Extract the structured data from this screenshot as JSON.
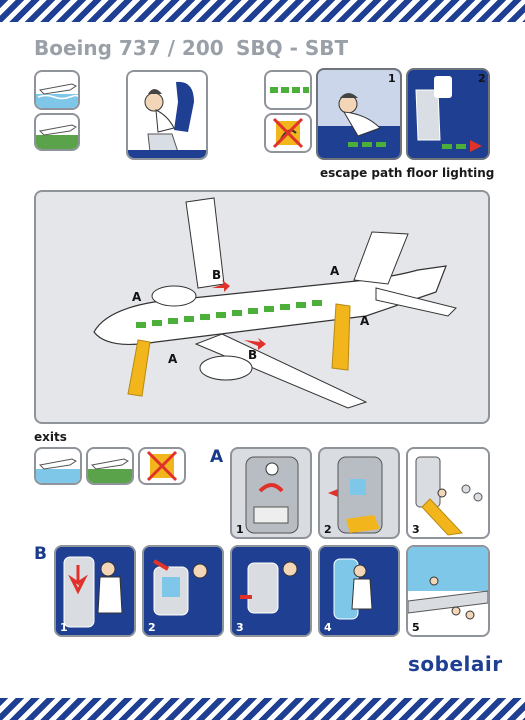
{
  "header": {
    "aircraft": "Boeing 737 / 200",
    "route": "SBQ - SBT"
  },
  "brace": {
    "water_icon": "aircraft-water-landing-icon",
    "land_icon": "aircraft-land-landing-icon",
    "position_icon": "brace-position-icon"
  },
  "lighting": {
    "caption": "escape path floor lighting",
    "panel1_number": "1",
    "panel2_number": "2",
    "strip_icon": "floor-light-strip-icon",
    "no_smoke_icon": "no-smoke-icon"
  },
  "diagram": {
    "label_a_front_top": "A",
    "label_a_front_bottom": "A",
    "label_a_rear_top": "A",
    "label_a_rear_bottom": "A",
    "label_b_top": "B",
    "label_b_bottom": "B"
  },
  "exits": {
    "caption": "exits",
    "section_a": "A",
    "section_b": "B",
    "a_steps": [
      "1",
      "2",
      "3"
    ],
    "b_steps": [
      "1",
      "2",
      "3",
      "4",
      "5"
    ]
  },
  "brand": {
    "name": "sobelair"
  },
  "colors": {
    "navy": "#1f3f93",
    "floor_light": "#4caf3a",
    "arrow_red": "#e0322a",
    "slide_yellow": "#f2b51c",
    "water_blue": "#7fc7e8",
    "grass_green": "#5aa34a"
  }
}
